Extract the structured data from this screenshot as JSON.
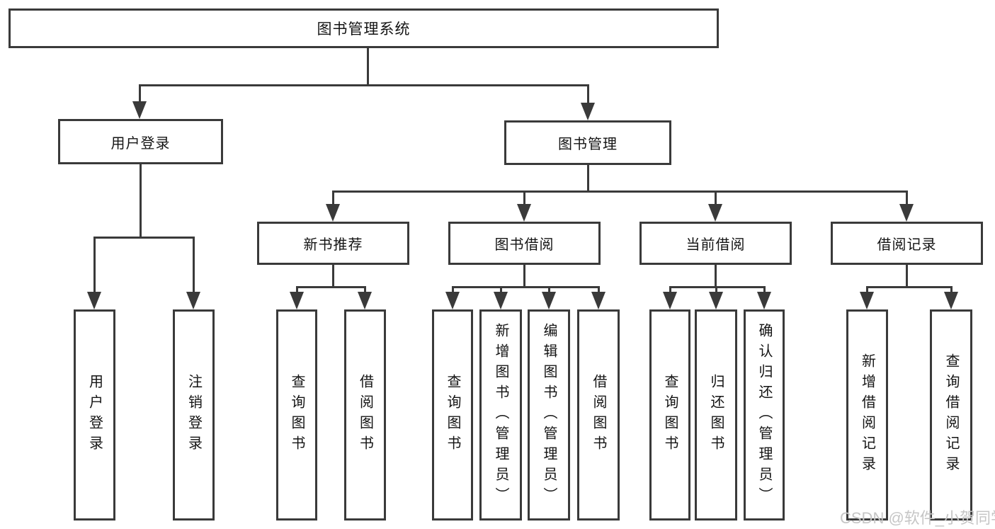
{
  "diagram": {
    "title": "图书管理系统",
    "watermark": "CSDN @软件_小贺同学",
    "colors": {
      "line": "#3a3a3a",
      "text": "#141414",
      "background": "#ffffff",
      "watermark": "#c6c6c6"
    },
    "tree": {
      "label": "图书管理系统",
      "children": [
        {
          "label": "用户登录",
          "children": [
            {
              "label": "用户登录"
            },
            {
              "label": "注销登录"
            }
          ]
        },
        {
          "label": "图书管理",
          "children": [
            {
              "label": "新书推荐",
              "children": [
                {
                  "label": "查询图书"
                },
                {
                  "label": "借阅图书"
                }
              ]
            },
            {
              "label": "图书借阅",
              "children": [
                {
                  "label": "查询图书"
                },
                {
                  "label": "新增图书（管理员）"
                },
                {
                  "label": "编辑图书（管理员）"
                },
                {
                  "label": "借阅图书"
                }
              ]
            },
            {
              "label": "当前借阅",
              "children": [
                {
                  "label": "查询图书"
                },
                {
                  "label": "归还图书"
                },
                {
                  "label": "确认归还（管理员）"
                }
              ]
            },
            {
              "label": "借阅记录",
              "children": [
                {
                  "label": "新增借阅记录"
                },
                {
                  "label": "查询借阅记录"
                }
              ]
            }
          ]
        }
      ]
    }
  }
}
